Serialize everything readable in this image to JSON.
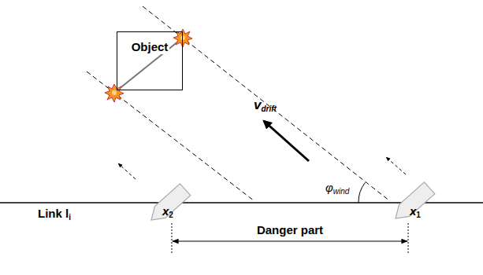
{
  "diagram": {
    "nodes": [
      {
        "text": [
          "Object"
        ]
      }
    ],
    "labels": [
      "v",
      "drift",
      "φ",
      "wind",
      "Link l",
      "i",
      "x",
      "2",
      "x",
      "1",
      "Danger part"
    ]
  }
}
